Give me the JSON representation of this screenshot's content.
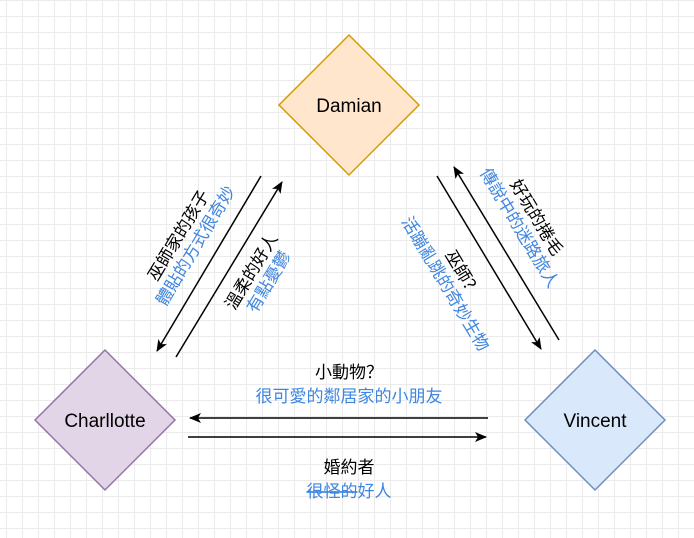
{
  "nodes": {
    "damian": {
      "label": "Damian",
      "fill": "#ffe6cc",
      "stroke": "#d79b00"
    },
    "charllotte": {
      "label": "Charllotte",
      "fill": "#e1d5e7",
      "stroke": "#9673a6"
    },
    "vincent": {
      "label": "Vincent",
      "fill": "#dae8fc",
      "stroke": "#6c8ebf"
    }
  },
  "edges": {
    "charllotte_to_damian": {
      "black": "巫師家的孩子",
      "blue": "體貼的方式很奇妙"
    },
    "damian_to_charllotte": {
      "black": "溫柔的好人",
      "blue": "有點憂鬱"
    },
    "damian_to_vincent": {
      "black": "好玩的捲毛",
      "blue": "傳說中的迷路旅人"
    },
    "vincent_to_damian": {
      "black": "巫師？",
      "blue": "活蹦亂跳的奇妙生物"
    },
    "vincent_to_charllotte": {
      "black": "小動物？",
      "blue": "很可愛的鄰居家的小朋友"
    },
    "charllotte_to_vincent": {
      "black": "婚約者",
      "blue_struck": "很怪的",
      "blue": "好人"
    }
  },
  "colors": {
    "blue_text": "#3e86e0",
    "arrow": "#000000"
  }
}
